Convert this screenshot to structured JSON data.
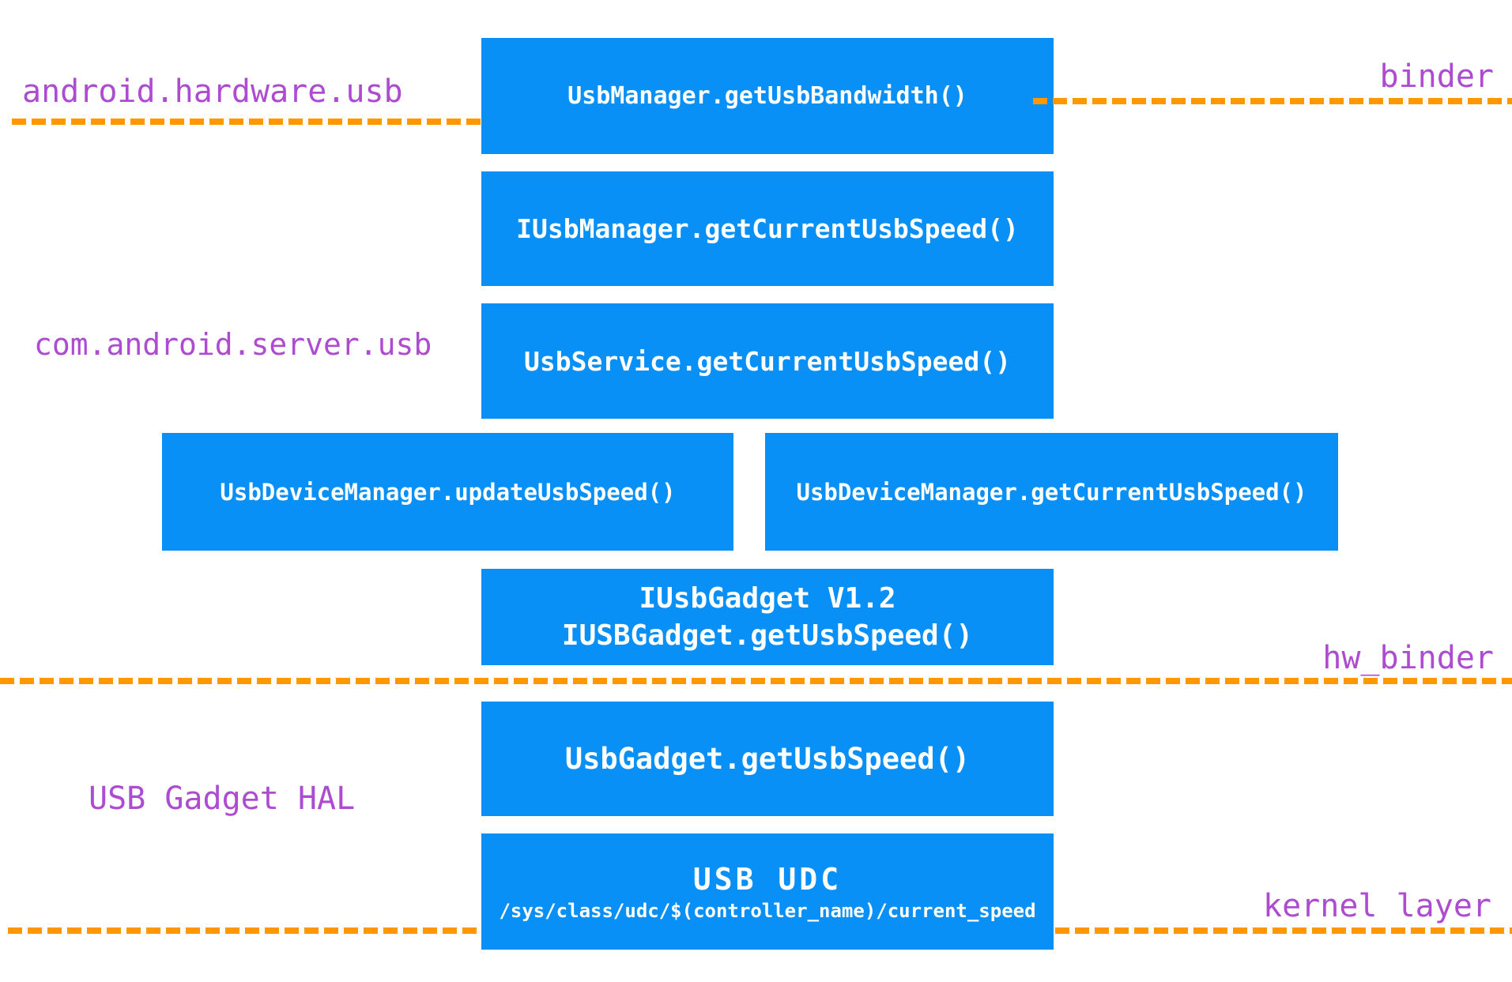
{
  "palette": {
    "box_blue": "#0990f6",
    "line_orange": "#ff9800",
    "label_purple": "#ad4bd1",
    "box_text": "#ffffff",
    "background": "#ffffff"
  },
  "labels": {
    "framework_package": "android.hardware.usb",
    "binder": "binder",
    "server_package": "com.android.server.usb",
    "hw_binder": "hw_binder",
    "gadget_hal": "USB Gadget HAL",
    "kernel": "kernel layer"
  },
  "boxes": {
    "usb_manager": "UsbManager.getUsbBandwidth()",
    "iusb_manager": "IUsbManager.getCurrentUsbSpeed()",
    "usb_service": "UsbService.getCurrentUsbSpeed()",
    "usb_device_manager_update": "UsbDeviceManager.updateUsbSpeed()",
    "usb_device_manager_get": "UsbDeviceManager.getCurrentUsbSpeed()",
    "iusb_gadget_line1": "IUsbGadget V1.2",
    "iusb_gadget_line2": "IUSBGadget.getUsbSpeed()",
    "usb_gadget": "UsbGadget.getUsbSpeed()",
    "usb_udc_title": "USB UDC",
    "usb_udc_path": "/sys/class/udc/$(controller_name)/current_speed"
  }
}
